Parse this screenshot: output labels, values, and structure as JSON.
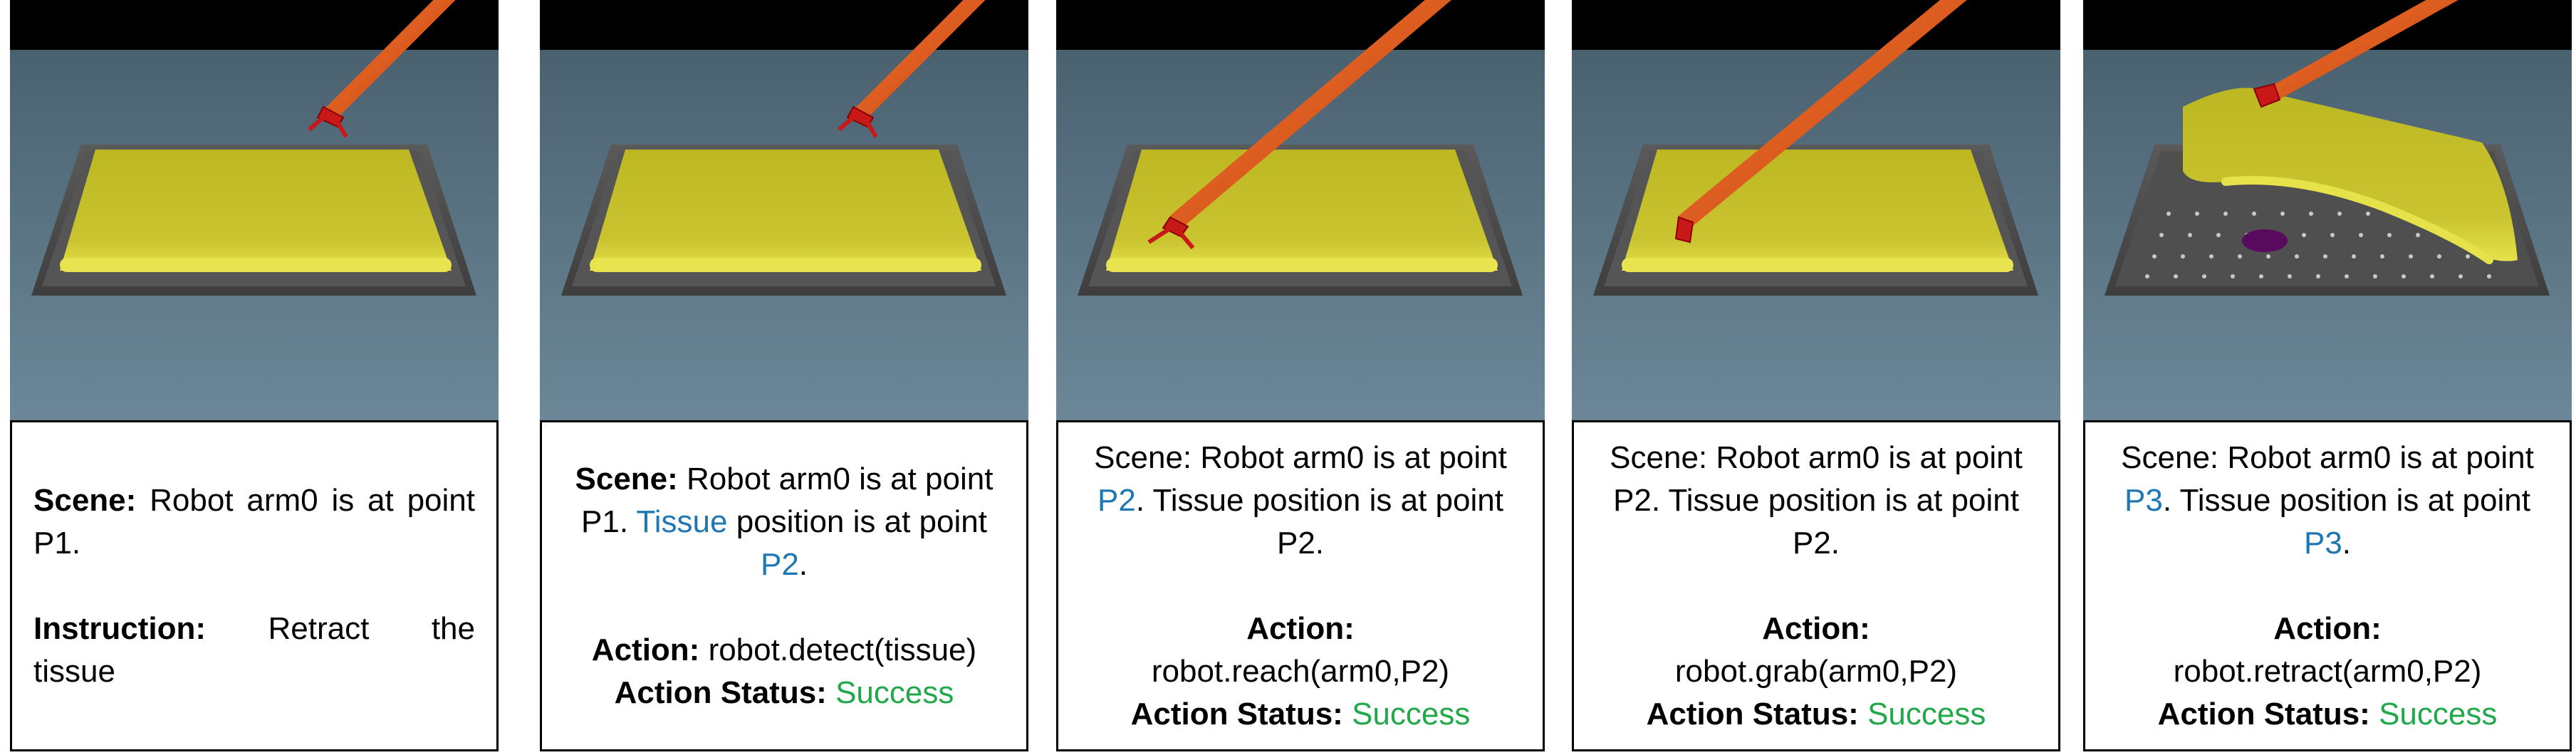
{
  "colors": {
    "highlight": "#1f77b4",
    "success": "#21a84a",
    "background_sky": "#627d8c",
    "tissue": "#c5c22a",
    "robot_arm": "#e3581c",
    "gripper": "#d11a1a"
  },
  "panels": [
    {
      "scene_label": "Scene:",
      "scene_text": "Robot arm0 is at point P1.",
      "instruction_label": "Instruction:",
      "instruction_w1": "Retract",
      "instruction_w2": "the",
      "instruction_w3": "tissue"
    },
    {
      "scene_label": "Scene:",
      "scene_pre": "Robot arm0 is at point P1.",
      "scene_hl1": "Tissue",
      "scene_mid": "position is at point",
      "scene_hl2": "P2",
      "scene_end": ".",
      "action_label": "Action:",
      "action_text": "robot.detect(tissue)",
      "status_label": "Action Status:",
      "status_value": "Success"
    },
    {
      "scene_pre": "Scene: Robot arm0 is at point",
      "scene_hl1": "P2",
      "scene_mid": ". Tissue position is at point P2.",
      "action_label": "Action:",
      "action_text": "robot.reach(arm0,P2)",
      "status_label": "Action Status:",
      "status_value": "Success"
    },
    {
      "scene_pre": "Scene: Robot arm0 is at point P2. Tissue position is at point P2.",
      "action_label": "Action:",
      "action_text": "robot.grab(arm0,P2)",
      "status_label": "Action Status:",
      "status_value": "Success"
    },
    {
      "scene_pre": "Scene: Robot arm0 is at point",
      "scene_hl1": "P3",
      "scene_mid": ". Tissue position is at point",
      "scene_hl2": "P3",
      "scene_end": ".",
      "action_label": "Action:",
      "action_text": "robot.retract(arm0,P2)",
      "status_label": "Action Status:",
      "status_value": "Success"
    }
  ]
}
